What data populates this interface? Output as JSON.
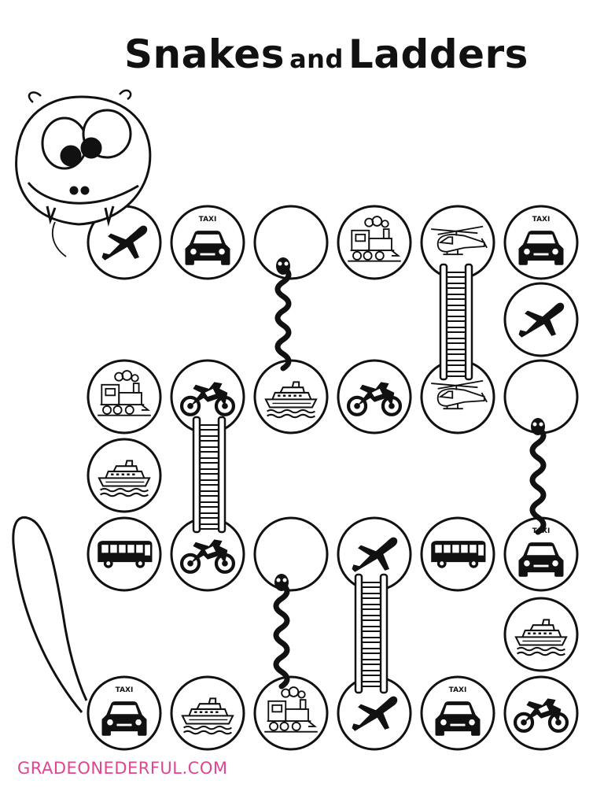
{
  "title": {
    "word1": "Snakes",
    "word2": "and",
    "word3": "Ladders"
  },
  "footer": {
    "text": "GRADEONEDERFUL.COM",
    "color": "#e0458f"
  },
  "taxi_label": "TAXI",
  "board": {
    "rows": [
      [
        "airplane",
        "taxi",
        "blank",
        "train",
        "helicopter",
        "taxi"
      ],
      [
        "airplane"
      ],
      [
        "train",
        "motorcycle",
        "ship",
        "motorcycle",
        "helicopter",
        "blank"
      ],
      [
        "ship"
      ],
      [
        "bus",
        "motorcycle",
        "blank",
        "airplane",
        "bus",
        "taxi"
      ],
      [
        "ship"
      ],
      [
        "taxi",
        "ship",
        "train",
        "airplane",
        "taxi",
        "motorcycle"
      ]
    ],
    "snakes": 3,
    "ladders": 3
  }
}
